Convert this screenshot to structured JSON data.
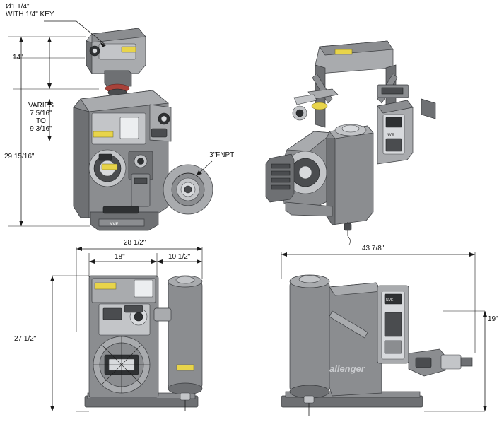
{
  "drawing": {
    "title": "NVE Challenger vacuum pump assembly — dimensioned views",
    "views": [
      {
        "id": "front-left-iso",
        "name": "front left isometric view"
      },
      {
        "id": "rear-right-iso",
        "name": "rear right isometric view"
      },
      {
        "id": "front-elevation",
        "name": "front elevation view"
      },
      {
        "id": "side-elevation",
        "name": "side elevation view"
      }
    ]
  },
  "annotations": {
    "shaft_note": "Ø1 1/4\"\nWITH 1/4\" KEY",
    "dim_14": "14\"",
    "varies_note": "VARIES\n7 5/16\"\nTO\n9 3/16\"",
    "dim_29_15_16": "29 15/16\"",
    "port_note": "3\"FNPT",
    "dim_28_1_2": "28 1/2\"",
    "dim_18": "18\"",
    "dim_10_1_2": "10 1/2\"",
    "dim_27_1_2": "27 1/2\"",
    "dim_43_7_8": "43 7/8\"",
    "dim_19": "19\""
  },
  "brand": {
    "logo_main": "NVE",
    "logo_tag": "NVE",
    "model_text": "allenger"
  }
}
